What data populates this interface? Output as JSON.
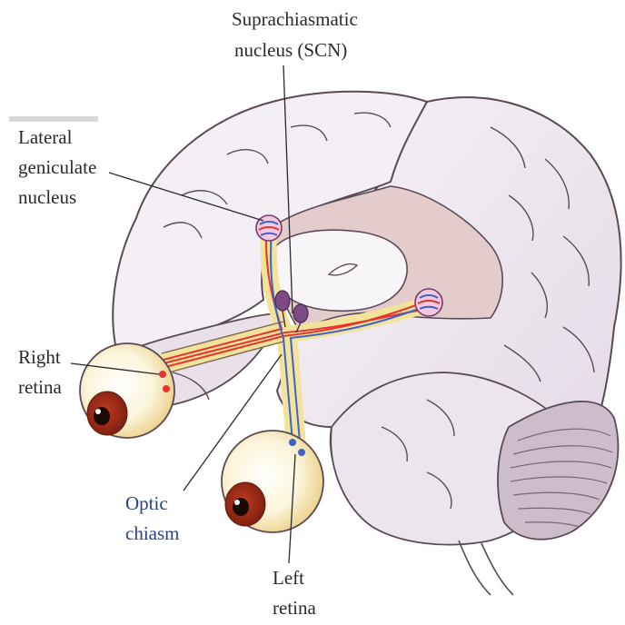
{
  "labels": {
    "scn": {
      "line1": "Suprachiasmatic",
      "line2": "nucleus (SCN)"
    },
    "lgn": {
      "line1": "Lateral",
      "line2": "geniculate",
      "line3": "nucleus"
    },
    "right_retina": {
      "line1": "Right",
      "line2": "retina"
    },
    "optic_chiasm": {
      "line1": "Optic",
      "line2": "chiasm"
    },
    "left_retina": {
      "line1": "Left",
      "line2": "retina"
    }
  },
  "colors": {
    "brain_fill": "#f1edf3",
    "brain_shade": "#ddd3df",
    "brain_cut": "#d9bfbf",
    "outline": "#5a4a55",
    "optic_tract": "#f3e39a",
    "red_fiber": "#e3342f",
    "blue_fiber": "#3d63c9",
    "scn_nucleus": "#7d4a86",
    "iris": "#9b2a1a",
    "eye_fill": "#fbf4d9"
  }
}
